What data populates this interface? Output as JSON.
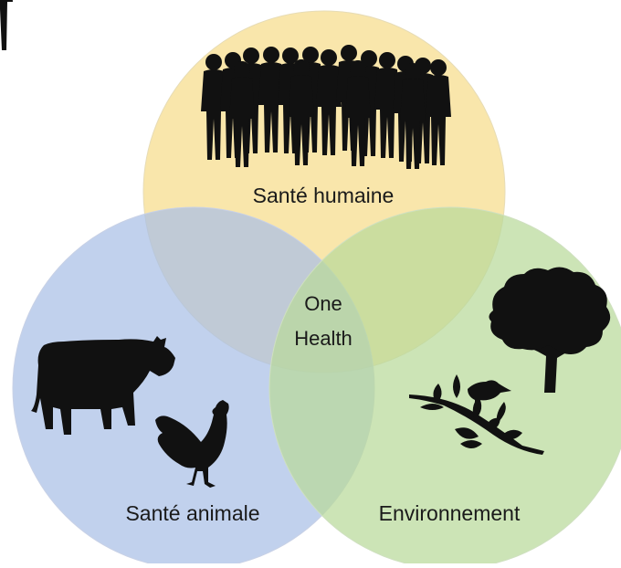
{
  "labels": {
    "human": "Santé humaine",
    "animal": "Santé animale",
    "environment": "Environnement",
    "center_line1": "One",
    "center_line2": "Health"
  },
  "colors": {
    "human_fill": "#f6dc8a",
    "animal_fill": "#a9bfe6",
    "environment_fill": "#b9d99a",
    "outline": "#d0d7c8",
    "silhouette": "#111111"
  },
  "icons": {
    "human": "crowd-of-people-icon",
    "animal_1": "cow-icon",
    "animal_2": "chicken-icon",
    "environment_1": "tree-icon",
    "environment_2": "bird-on-branch-icon"
  }
}
